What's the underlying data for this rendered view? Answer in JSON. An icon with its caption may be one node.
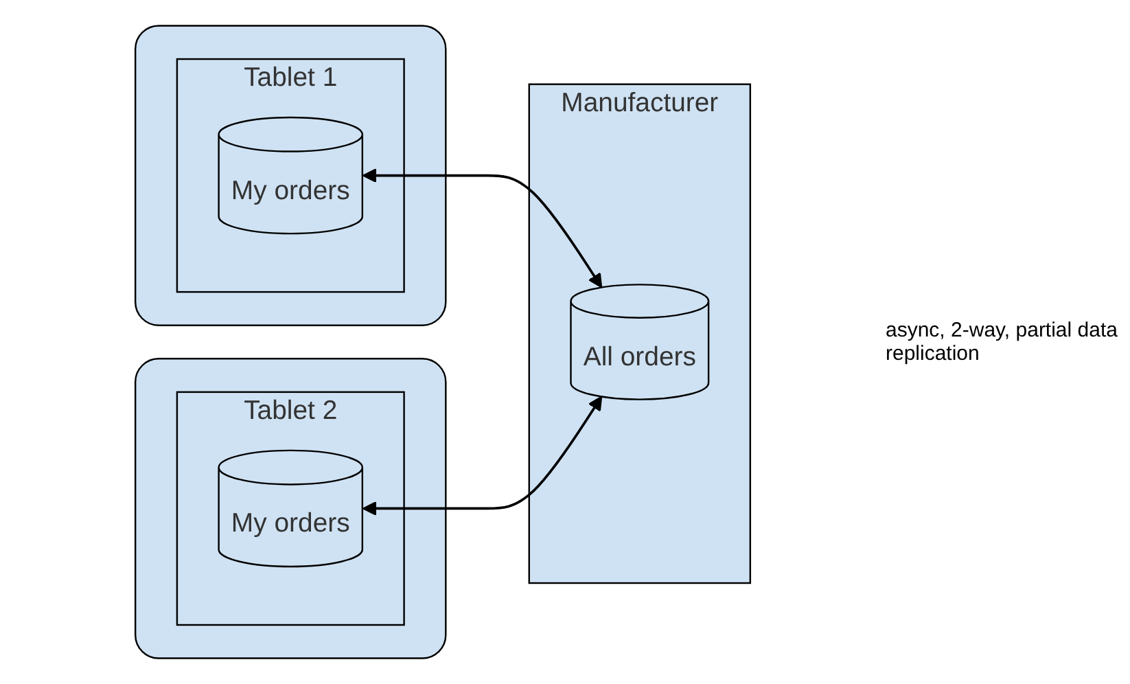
{
  "diagram": {
    "nodes": [
      {
        "text": [],
        "shape": "box"
      },
      {
        "text": [
          "Tablet 1"
        ],
        "in": 0
      },
      {
        "text": [
          "My orders"
        ],
        "in": 1
      },
      {
        "text": [],
        "shape": "box"
      },
      {
        "text": [
          "Tablet 2"
        ],
        "in": 3
      },
      {
        "text": [
          "My orders"
        ],
        "in": 4
      },
      {
        "text": [
          "Manufacturer"
        ]
      },
      {
        "text": [
          "All orders"
        ],
        "in": 6
      }
    ],
    "edges": [
      {
        "from": 2,
        "to": 7,
        "arrow": "both"
      },
      {
        "from": 5,
        "to": 7,
        "arrow": "both"
      }
    ],
    "labels": [
      "async, 2-way, partial data replication"
    ]
  }
}
